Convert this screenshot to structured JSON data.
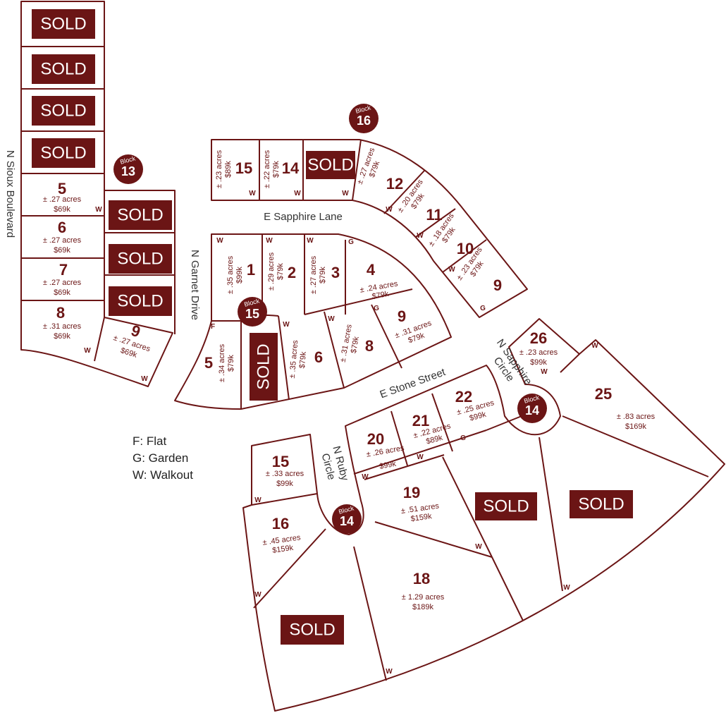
{
  "colors": {
    "accent": "#6b1515",
    "background": "#ffffff"
  },
  "streets": {
    "sioux": "N Sioux Boulevard",
    "garnet": "N Garnet Drive",
    "sapphire_lane": "E Sapphire Lane",
    "stone": "E Stone Street",
    "ruby": [
      "N Ruby",
      "Circle"
    ],
    "sapphire_circle": [
      "N Sapphire",
      "Circle"
    ]
  },
  "blocks": {
    "b13": {
      "word": "Block",
      "num": "13"
    },
    "b15": {
      "word": "Block",
      "num": "15"
    },
    "b16": {
      "word": "Block",
      "num": "16"
    },
    "b14a": {
      "word": "Block",
      "num": "14"
    },
    "b14b": {
      "word": "Block",
      "num": "14"
    }
  },
  "sold_label": "SOLD",
  "tags": {
    "walkout": "W",
    "garden": "G",
    "flat": "F"
  },
  "legend": {
    "flat": "F: Flat",
    "garden": "G: Garden",
    "walkout": "W: Walkout"
  },
  "lots": {
    "b13_5": {
      "num": "5",
      "acres": "± .27 acres",
      "price": "$69k"
    },
    "b13_6": {
      "num": "6",
      "acres": "± .27 acres",
      "price": "$69k"
    },
    "b13_7": {
      "num": "7",
      "acres": "± .27 acres",
      "price": "$69k"
    },
    "b13_8": {
      "num": "8",
      "acres": "± .31 acres",
      "price": "$69k"
    },
    "b13_9": {
      "num": "9",
      "acres": "± .27 acres",
      "price": "$69k"
    },
    "b16_15": {
      "num": "15",
      "acres": "± .23 acres",
      "price": "$89k"
    },
    "b16_14": {
      "num": "14",
      "acres": "± .22 acres",
      "price": "$79k"
    },
    "b16_12": {
      "num": "12",
      "acres": "± .27 acres",
      "price": "$79k"
    },
    "b16_11": {
      "num": "11",
      "acres": "± .20 acres",
      "price": "$79k"
    },
    "b16_10": {
      "num": "10",
      "acres": "± .18 acres",
      "price": "$79k"
    },
    "b16_9": {
      "num": "9",
      "acres": "± .23 acres",
      "price": "$79k"
    },
    "b15_1": {
      "num": "1",
      "acres": "± .35 acres",
      "price": "$99k"
    },
    "b15_2": {
      "num": "2",
      "acres": "± .29 acres",
      "price": "$79k"
    },
    "b15_3": {
      "num": "3",
      "acres": "± .27 acres",
      "price": "$79k"
    },
    "b15_4": {
      "num": "4",
      "acres": "± .24 acres",
      "price": "$79k"
    },
    "b15_5": {
      "num": "5",
      "acres": "± .34 acres",
      "price": "$79k"
    },
    "b15_6": {
      "num": "6",
      "acres": "± .35 acres",
      "price": "$79k"
    },
    "b15_8": {
      "num": "8",
      "acres": "± .31 acres",
      "price": "$79k"
    },
    "b15_9": {
      "num": "9",
      "acres": "± .31 acres",
      "price": "$79k"
    },
    "b14_26": {
      "num": "26",
      "acres": "± .23 acres",
      "price": "$99k"
    },
    "b14_25": {
      "num": "25",
      "acres": "± .83 acres",
      "price": "$169k"
    },
    "b14_22": {
      "num": "22",
      "acres": "± .25 acres",
      "price": "$99k"
    },
    "b14_21": {
      "num": "21",
      "acres": "± .22 acres",
      "price": "$89k"
    },
    "b14_20": {
      "num": "20",
      "acres": "± .26 acres",
      "price": "$99k"
    },
    "b14_19": {
      "num": "19",
      "acres": "± .51 acres",
      "price": "$159k"
    },
    "b14_18": {
      "num": "18",
      "acres": "± 1.29 acres",
      "price": "$189k"
    },
    "b14_16": {
      "num": "16",
      "acres": "± .45 acres",
      "price": "$159k"
    },
    "b14_15": {
      "num": "15",
      "acres": "± .33 acres",
      "price": "$99k"
    }
  }
}
